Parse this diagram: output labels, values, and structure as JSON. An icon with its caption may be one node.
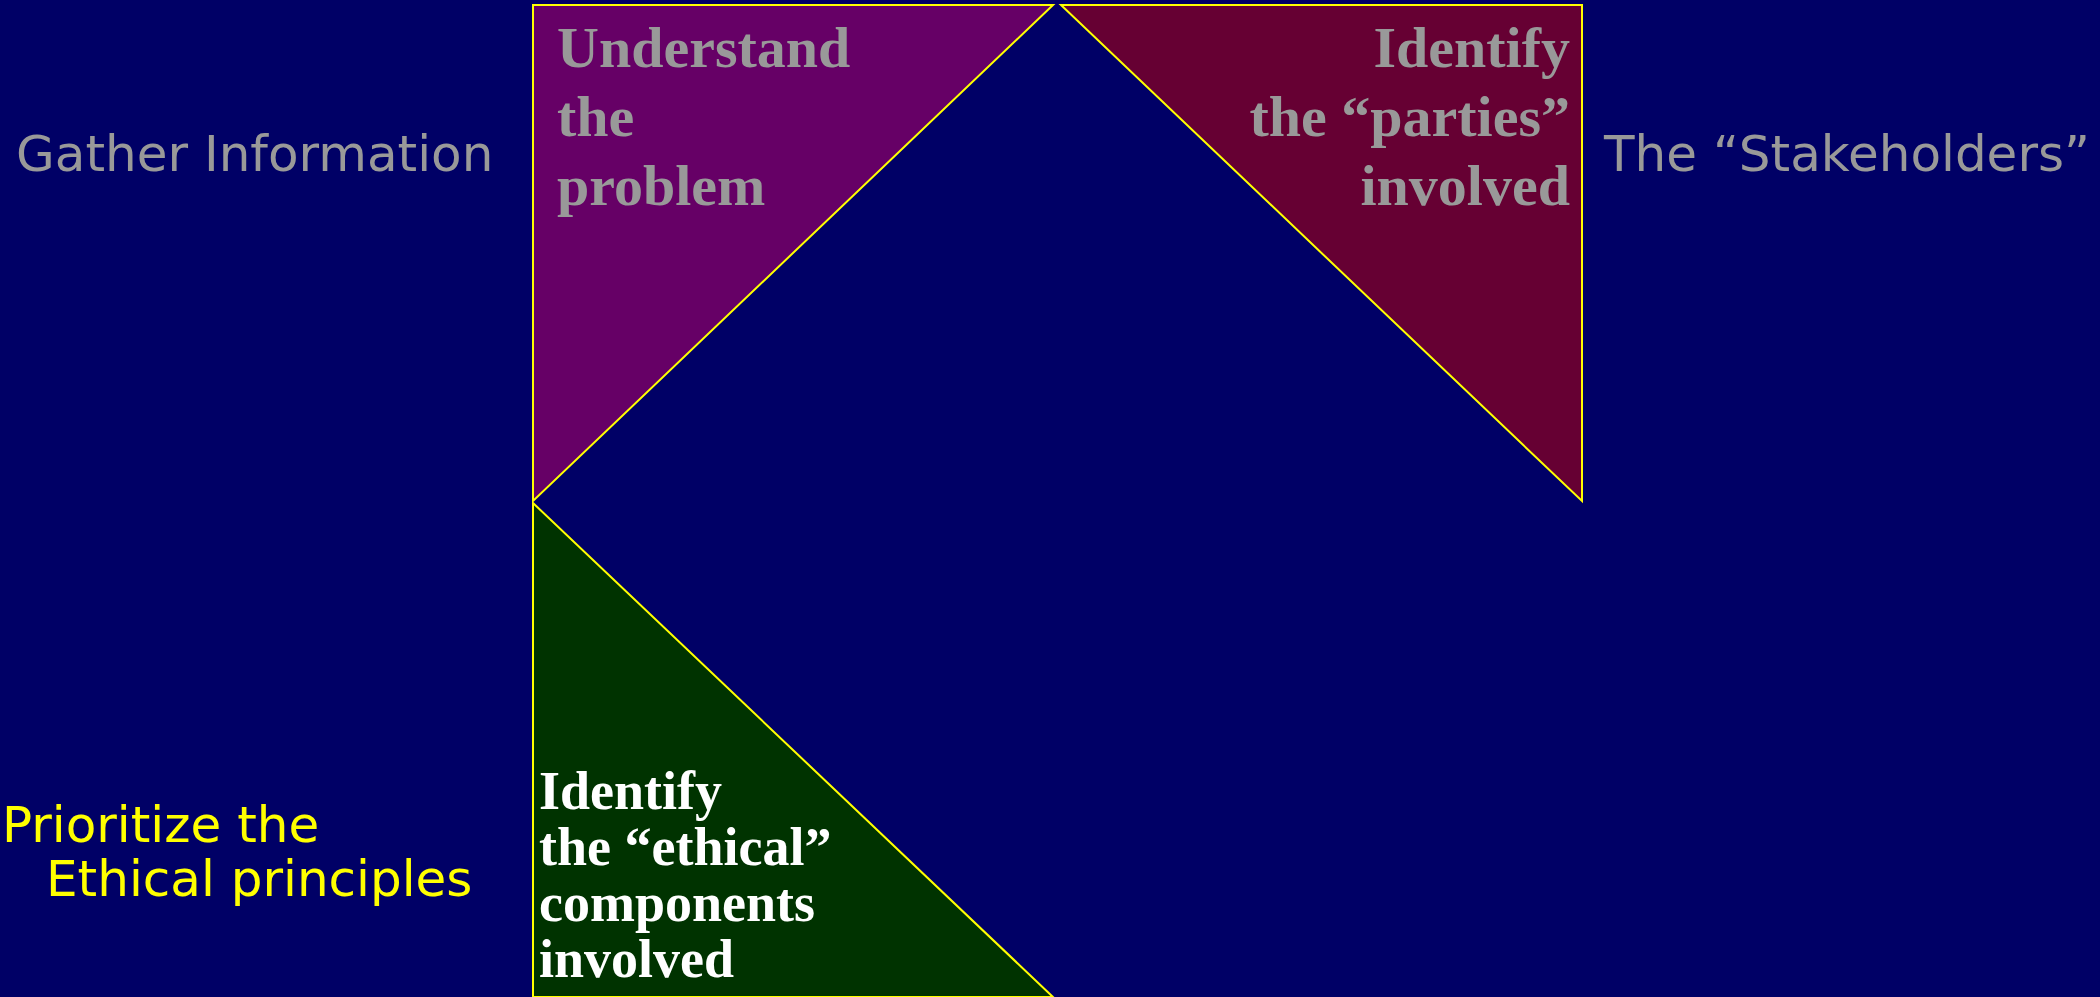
{
  "diagram": {
    "nodes": [
      {
        "text": [
          "Understand the problem"
        ],
        "beside": [
          "Gather Information"
        ]
      },
      {
        "text": [
          "Identify the “parties” involved"
        ],
        "beside": [
          "The “Stakeholders”"
        ]
      },
      {
        "text": [
          "Identify the “ethical” components involved"
        ]
      }
    ],
    "labels": [
      "Prioritize the Ethical principles"
    ]
  }
}
